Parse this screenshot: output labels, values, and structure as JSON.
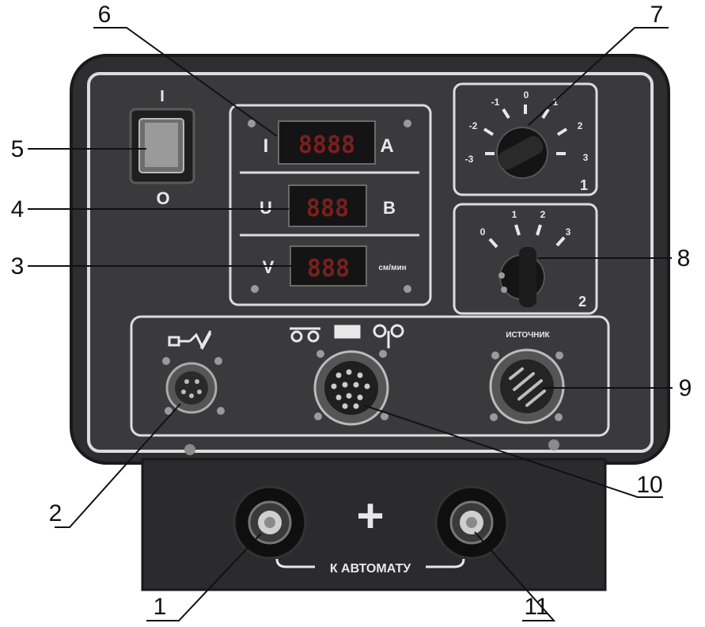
{
  "panel": {
    "power_switch": {
      "on_mark": "I",
      "off_mark": "O"
    },
    "meters": [
      {
        "symbol": "I",
        "unit": "A"
      },
      {
        "symbol": "U",
        "unit": "B"
      },
      {
        "symbol": "V",
        "unit": "см/мин"
      }
    ],
    "switch_1": {
      "ticks": [
        "-3",
        "-2",
        "-1",
        "0",
        "1",
        "2",
        "3"
      ],
      "number": "1"
    },
    "switch_2": {
      "ticks": [
        "0",
        "1",
        "2",
        "3"
      ],
      "number": "2"
    },
    "connector_label": "ИСТОЧНИК",
    "plus_sign": "+",
    "output_label": "К АВТОМАТУ"
  },
  "callouts": [
    "1",
    "2",
    "3",
    "4",
    "5",
    "6",
    "7",
    "8",
    "9",
    "10",
    "11"
  ]
}
